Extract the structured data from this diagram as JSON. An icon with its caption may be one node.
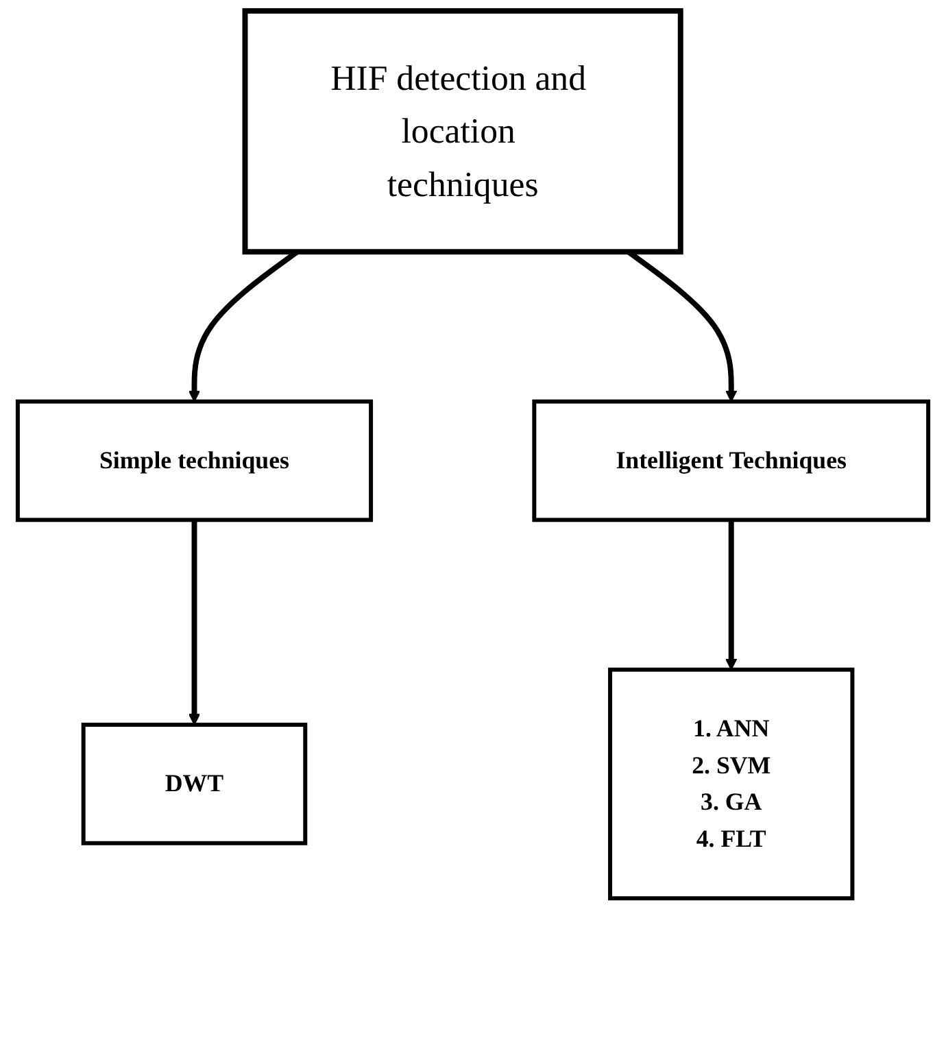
{
  "diagram": {
    "nodes": [
      {
        "text": [
          "HIF detection and location techniques"
        ]
      },
      {
        "text": [
          "Simple techniques"
        ]
      },
      {
        "text": [
          "Intelligent Techniques"
        ]
      },
      {
        "text": [
          "DWT"
        ]
      },
      {
        "text": [
          "1. ANN",
          "2. SVM",
          "3. GA",
          "4. FLT"
        ]
      }
    ],
    "edges": [
      {
        "from": 0,
        "to": 1,
        "arrow": "to"
      },
      {
        "from": 0,
        "to": 2,
        "arrow": "to"
      },
      {
        "from": 1,
        "to": 3,
        "arrow": "to"
      },
      {
        "from": 2,
        "to": 4,
        "arrow": "to"
      }
    ]
  }
}
